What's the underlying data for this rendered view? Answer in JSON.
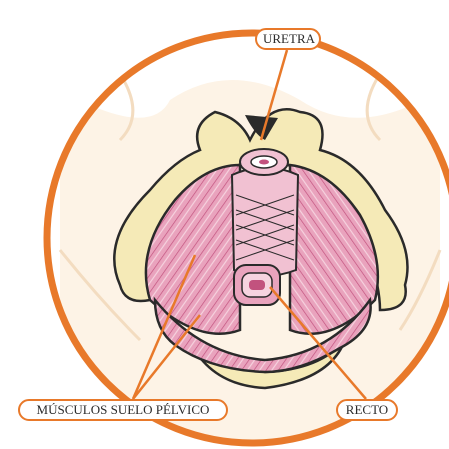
{
  "labels": {
    "uretra": "URETRA",
    "musculos": "MÚSCULOS SUELO PÉLVICO",
    "recto": "RECTO"
  },
  "colors": {
    "accent": "#e8792a",
    "muscle": "#e9a3bd",
    "muscle_dark": "#c2527e",
    "bone": "#f5eab7",
    "halo": "#fbeedc"
  }
}
